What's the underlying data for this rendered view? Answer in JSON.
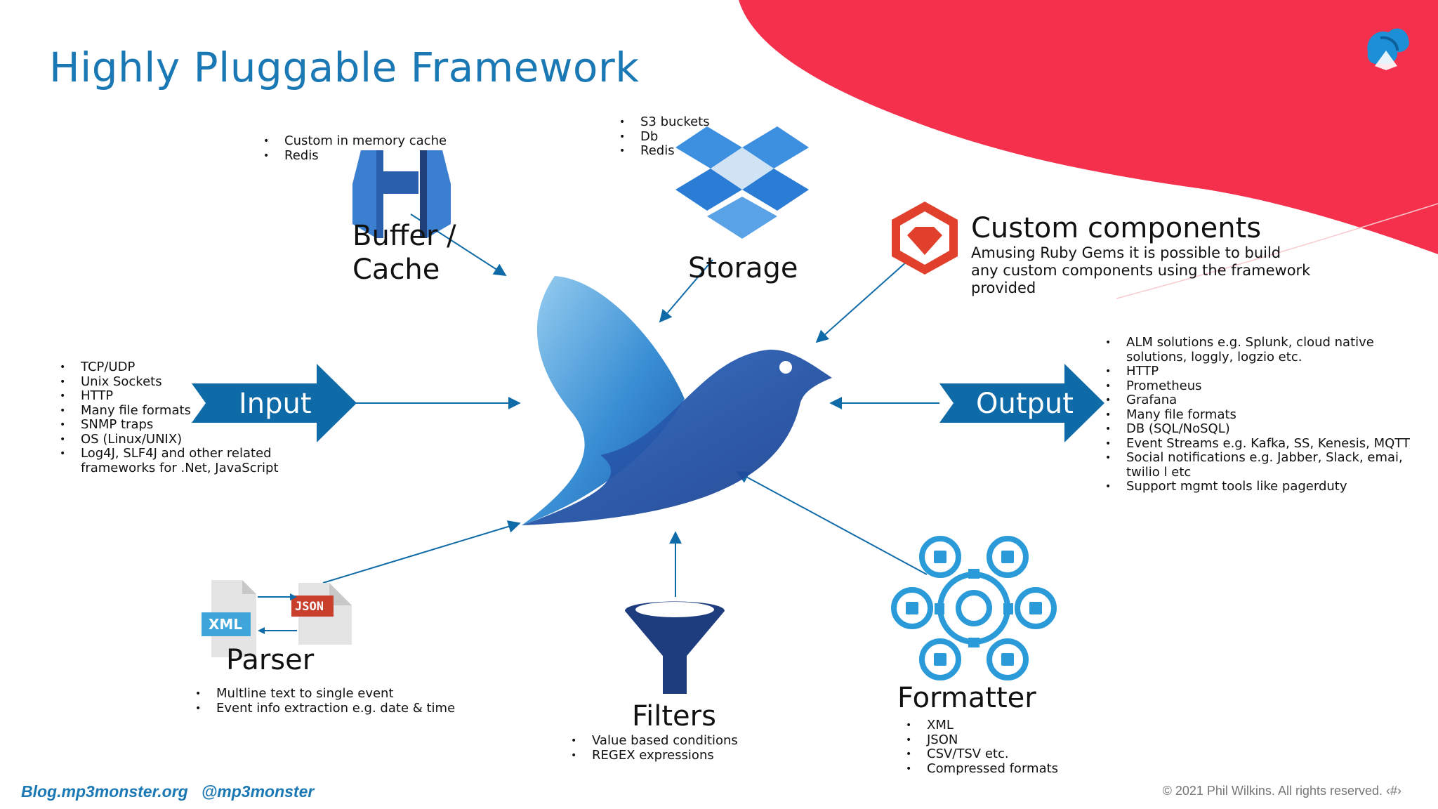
{
  "slide": {
    "title": "Highly Pluggable Framework"
  },
  "buffer": {
    "label_line1": "Buffer /",
    "label_line2": "Cache",
    "items": [
      "Custom in memory cache",
      "Redis"
    ]
  },
  "storage": {
    "label": "Storage",
    "items": [
      "S3 buckets",
      "Db",
      "Redis"
    ]
  },
  "custom": {
    "title": "Custom components",
    "desc_line1": "Amusing Ruby Gems it is possible to build",
    "desc_line2": "any custom components using the framework",
    "desc_line3": "provided"
  },
  "input": {
    "label": "Input",
    "items": [
      "TCP/UDP",
      "Unix Sockets",
      "HTTP",
      "Many file formats",
      "SNMP traps",
      "OS (Linux/UNIX)",
      "Log4J, SLF4J and other related",
      "frameworks for .Net, JavaScript"
    ]
  },
  "output": {
    "label": "Output",
    "items": [
      "ALM solutions e.g. Splunk, cloud native",
      "solutions, loggly, logzio etc.",
      "HTTP",
      "Prometheus",
      "Grafana",
      "Many file formats",
      "DB (SQL/NoSQL)",
      "Event Streams e.g. Kafka, SS, Kenesis, MQTT",
      "Social notifications e.g. Jabber, Slack, emai,",
      "twilio l etc",
      "Support mgmt tools like pagerduty"
    ]
  },
  "parser": {
    "label": "Parser",
    "xml_tag": "XML",
    "json_tag": "JSON",
    "items": [
      "Multline text to single event",
      "Event info extraction e.g. date & time"
    ]
  },
  "filters": {
    "label": "Filters",
    "items": [
      "Value based conditions",
      "REGEX expressions"
    ]
  },
  "formatter": {
    "label": "Formatter",
    "items": [
      "XML",
      "JSON",
      "CSV/TSV etc.",
      "Compressed formats"
    ]
  },
  "footer": {
    "blog": "Blog.mp3monster.org   @mp3monster",
    "copyright": "© 2021 Phil Wilkins. All rights reserved. ‹#›"
  },
  "colors": {
    "title_blue": "#1a78b4",
    "arrow_blue": "#0f6aa8",
    "accent_red": "#f4304c",
    "ruby_red": "#e0402c"
  }
}
